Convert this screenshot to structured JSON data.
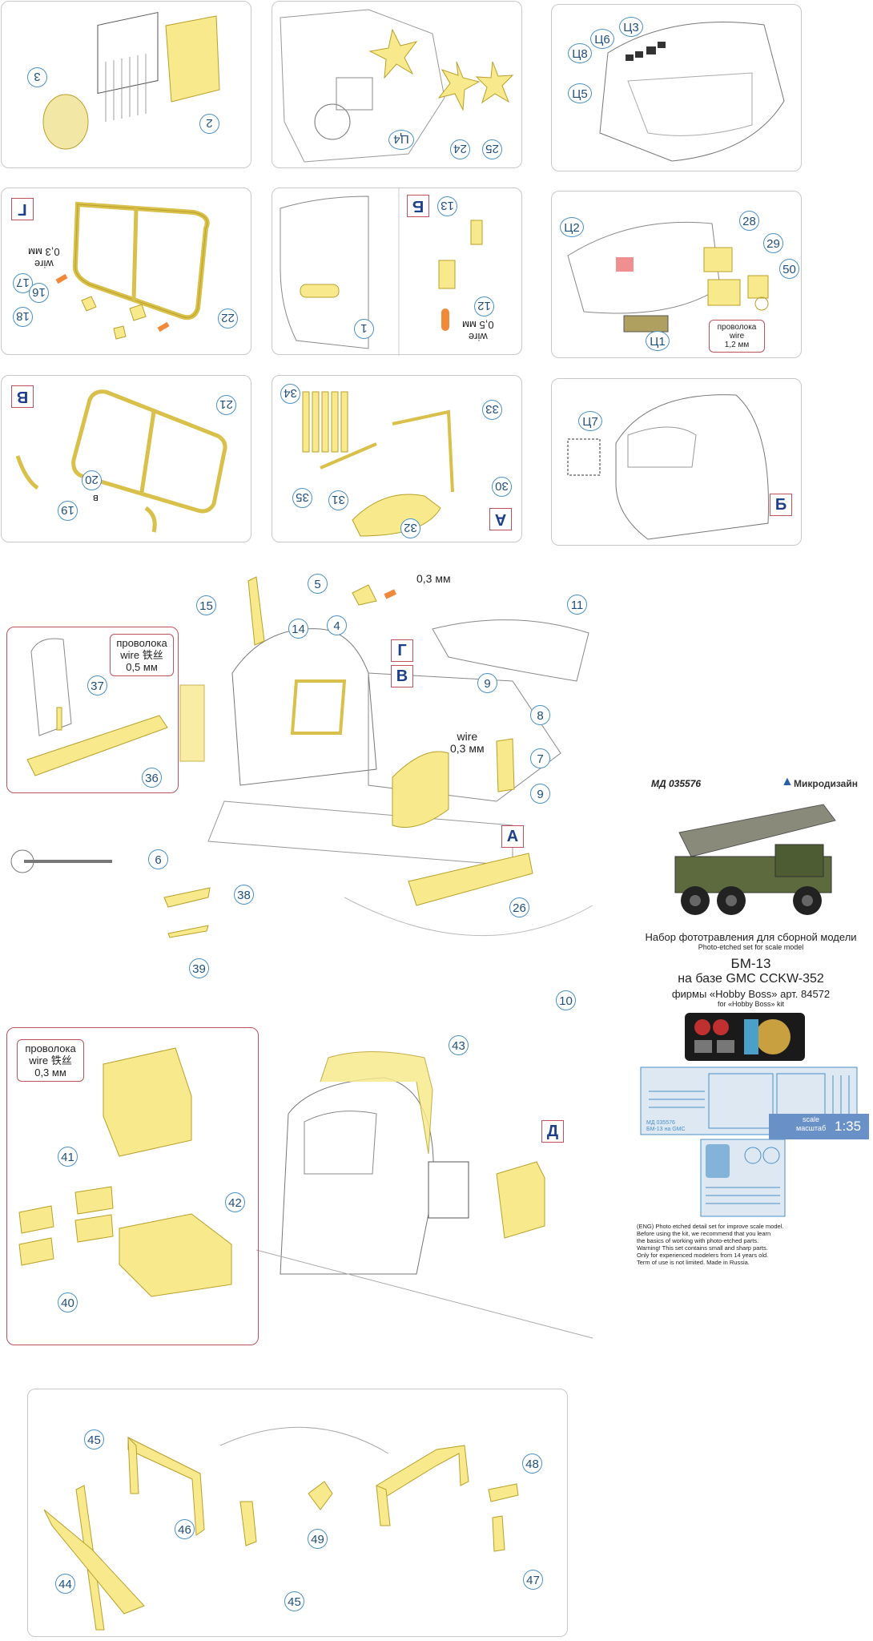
{
  "panels": {
    "p1": {
      "callouts": [
        "3",
        "2"
      ]
    },
    "p2": {
      "callouts": [
        "Ц4",
        "24",
        "25"
      ]
    },
    "p3": {
      "callouts": [
        "Ц3",
        "Ц6",
        "Ц8",
        "Ц5"
      ]
    },
    "p4": {
      "letter": "Г",
      "callouts": [
        "17",
        "16",
        "18",
        "22"
      ],
      "wire": "wire",
      "wire_size": "0,3 мм"
    },
    "p5": {
      "callouts": [
        "1"
      ]
    },
    "p6": {
      "letter": "Б",
      "callouts": [
        "13",
        "12"
      ],
      "wire": "wire",
      "wire_size": "0,5 мм"
    },
    "p7": {
      "callouts": [
        "Ц2",
        "28",
        "29",
        "50",
        "Ц1"
      ],
      "wire_ru": "проволока",
      "wire": "wire",
      "wire_size": "1,2 мм"
    },
    "p8": {
      "letter": "В",
      "callouts": [
        "21",
        "20",
        "19"
      ],
      "small": "в"
    },
    "p9": {
      "letter": "А",
      "callouts": [
        "34",
        "33",
        "35",
        "31",
        "30",
        "32"
      ]
    },
    "p10": {
      "callouts": [
        "Ц7"
      ],
      "letter": "Б"
    }
  },
  "main": {
    "callouts": [
      "15",
      "14",
      "5",
      "4",
      "11",
      "9",
      "8",
      "7",
      "9",
      "6",
      "38",
      "39",
      "26",
      "10",
      "37",
      "36"
    ],
    "letters": [
      "Г",
      "В",
      "А"
    ],
    "size_05": "0,3 мм",
    "wire_label": "wire",
    "wire_size": "0,3 мм",
    "inset_wire": {
      "ru": "проволока",
      "en": "wire",
      "cn": "铁丝",
      "size": "0,5 мм"
    }
  },
  "cab": {
    "callouts": [
      "43",
      "41",
      "42",
      "40"
    ],
    "letter": "Д",
    "inset_wire": {
      "ru": "проволока",
      "en": "wire",
      "cn": "铁丝",
      "size": "0,3 мм"
    }
  },
  "bottom": {
    "callouts": [
      "45",
      "48",
      "46",
      "49",
      "44",
      "45",
      "47"
    ]
  },
  "info": {
    "code": "МД 035576",
    "brand": "Микродизайн",
    "title_ru": "Набор фототравления для сборной модели",
    "title_en": "Photo-etched set for scale model",
    "model": "БМ-13",
    "base": "на базе GMC CCKW-352",
    "firm": "фирмы «Hobby Boss» арт. 84572",
    "for_kit": "for «Hobby Boss» kit",
    "fret_code": "МД 035576",
    "fret_label": "БМ-13 на GMC",
    "disclaimer": [
      "(ENG) Photo etched detail set for improve scale model.",
      "Before using the kit, we recommend that you learn",
      "the basics of working with photo-etched parts.",
      "Warning! This set contains small and sharp parts.",
      "Only for experienced modelers from 14 years old.",
      "Term of use is not limited. Made in Russia."
    ],
    "scale_en": "scale",
    "scale_ru": "масштаб",
    "scale_value": "1:35"
  },
  "colors": {
    "part": "#f7e98c",
    "part_stroke": "#b8a02a",
    "callout_border": "#4a90c8",
    "letter_border": "#c0505a",
    "scale_bar": "#6a90c8"
  }
}
